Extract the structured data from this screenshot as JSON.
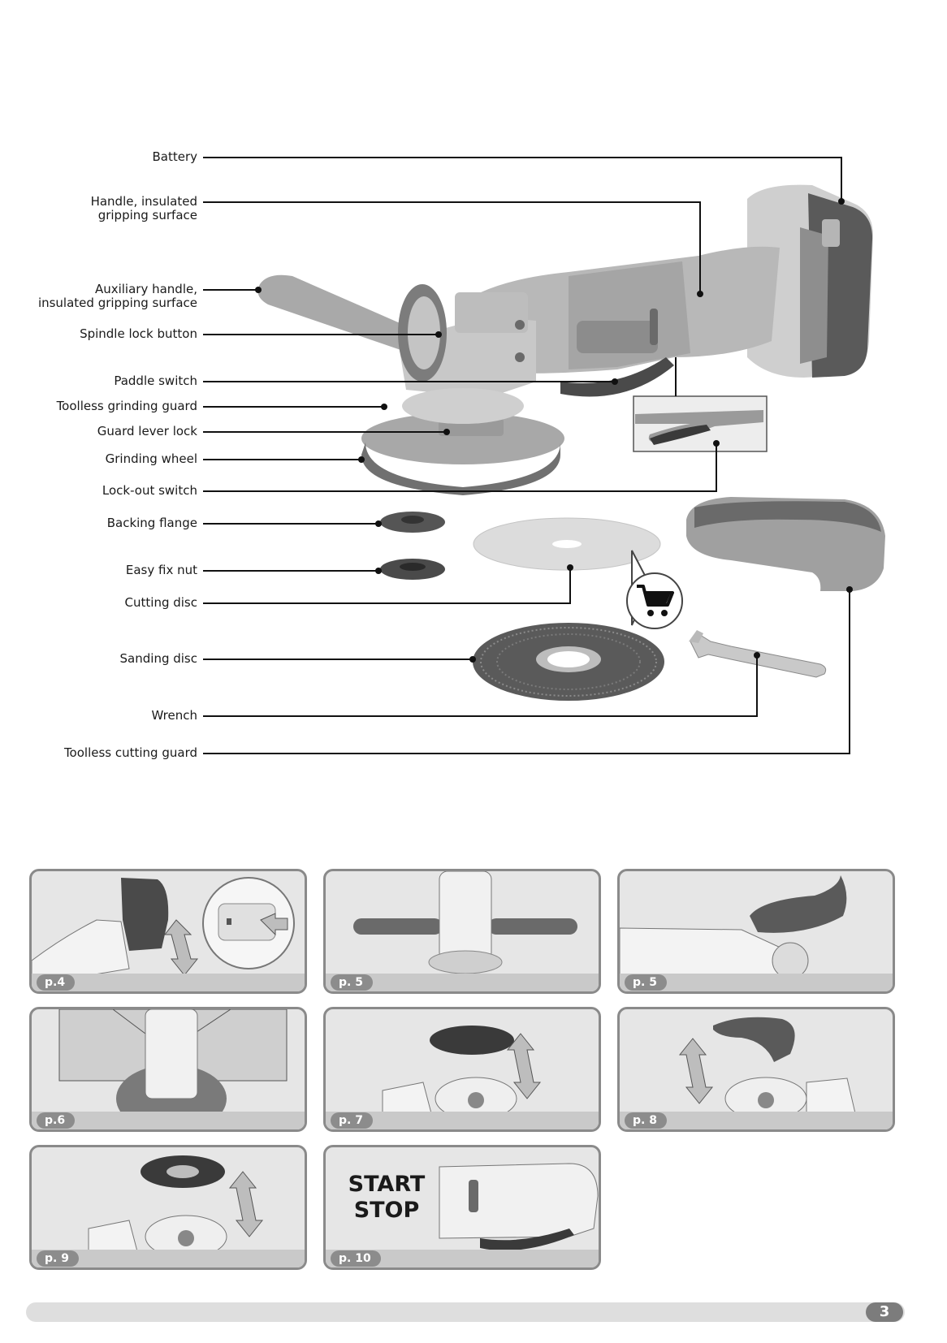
{
  "labels": {
    "battery": "Battery",
    "handle": [
      "Handle, insulated",
      "gripping surface"
    ],
    "aux_handle": [
      "Auxiliary handle,",
      "insulated gripping surface"
    ],
    "spindle_lock": "Spindle lock button",
    "paddle_switch": "Paddle switch",
    "grinding_guard": "Toolless grinding guard",
    "guard_lever": "Guard lever lock",
    "grinding_wheel": "Grinding wheel",
    "lockout_switch": "Lock-out switch",
    "backing_flange": "Backing flange",
    "easy_fix_nut": "Easy fix nut",
    "cutting_disc": "Cutting disc",
    "sanding_disc": "Sanding disc",
    "wrench": "Wrench",
    "cutting_guard": "Toolless cutting guard"
  },
  "icons": {
    "cart": "shopping-cart-icon"
  },
  "thumbnails": [
    {
      "page": "p.4"
    },
    {
      "page": "p. 5"
    },
    {
      "page": "p. 5"
    },
    {
      "page": "p.6"
    },
    {
      "page": "p. 7"
    },
    {
      "page": "p. 8"
    },
    {
      "page": "p. 9"
    },
    {
      "page": "p. 10",
      "text": [
        "START",
        "STOP"
      ]
    }
  ],
  "footer": {
    "page_number": "3"
  },
  "colors": {
    "body_grey": "#b8b8b8",
    "dark_grey": "#5a5a5a",
    "leader": "#111111",
    "thumb_bg": "#e6e6e6",
    "tab": "#8c8c8c"
  }
}
